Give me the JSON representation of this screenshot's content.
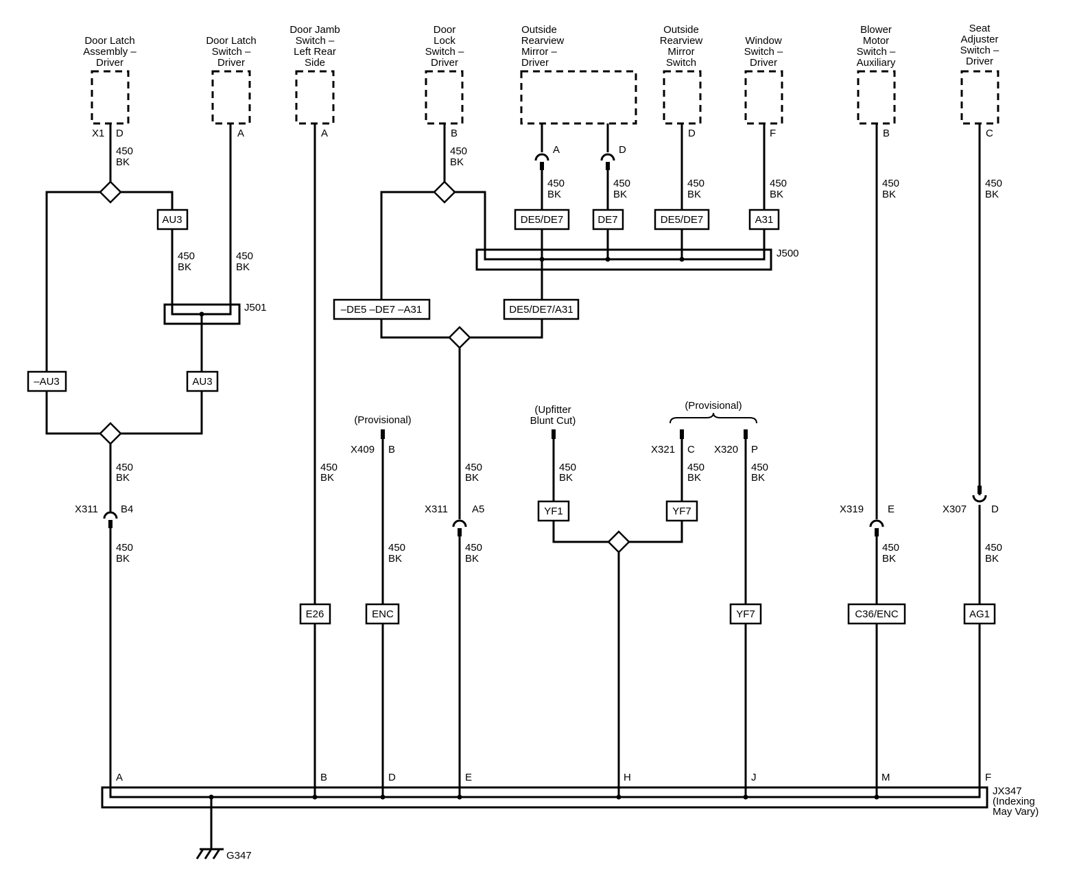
{
  "components": {
    "door_latch_assembly": [
      "Door Latch",
      "Assembly –",
      "Driver"
    ],
    "door_latch_switch": [
      "Door Latch",
      "Switch –",
      "Driver"
    ],
    "door_jamb_switch": [
      "Door Jamb",
      "Switch –",
      "Left Rear",
      "Side"
    ],
    "door_lock_switch": [
      "Door",
      "Lock",
      "Switch –",
      "Driver"
    ],
    "outside_mirror": [
      "Outside",
      "Rearview",
      "Mirror –",
      "Driver"
    ],
    "outside_mirror_switch": [
      "Outside",
      "Rearview",
      "Mirror",
      "Switch"
    ],
    "window_switch": [
      "Window",
      "Switch –",
      "Driver"
    ],
    "blower_motor_switch": [
      "Blower",
      "Motor",
      "Switch –",
      "Auxiliary"
    ],
    "seat_adjuster_switch": [
      "Seat",
      "Adjuster",
      "Switch –",
      "Driver"
    ]
  },
  "pins": {
    "latch_connector": "X1",
    "latch_pin": "D",
    "latch_switch_pin": "A",
    "jamb_pin": "A",
    "lock_pin": "B",
    "mirror_pin_a": "A",
    "mirror_pin_d": "D",
    "mirror_switch_pin": "D",
    "window_pin": "F",
    "blower_pin": "B",
    "seat_pin": "C"
  },
  "wire": {
    "circuit": "450",
    "color": "BK"
  },
  "splice_packs": {
    "j501": "J501",
    "j500": "J500",
    "jx347": [
      "JX347",
      "(Indexing",
      "May Vary)"
    ]
  },
  "options": {
    "au3": "AU3",
    "not_au3": "–AU3",
    "de5_de7": "DE5/DE7",
    "de7": "DE7",
    "a31": "A31",
    "not_de5_de7_a31": "–DE5 –DE7 –A31",
    "de5_de7_a31": "DE5/DE7/A31",
    "e26": "E26",
    "enc": "ENC",
    "yf1": "YF1",
    "yf7": "YF7",
    "c36_enc": "C36/ENC",
    "ag1": "AG1"
  },
  "inline_connectors": {
    "x311": "X311",
    "b4": "B4",
    "a5": "A5",
    "x409": "X409",
    "x409_pin": "B",
    "x321": "X321",
    "x321_pin": "C",
    "x320": "X320",
    "x320_pin": "P",
    "x319": "X319",
    "x319_pin": "E",
    "x307": "X307",
    "x307_pin": "D"
  },
  "notes": {
    "provisional": "(Provisional)",
    "upfitter": [
      "(Upfitter",
      "Blunt Cut)"
    ]
  },
  "jx347_pins": {
    "a": "A",
    "b": "B",
    "d": "D",
    "e": "E",
    "h": "H",
    "j": "J",
    "m": "M",
    "f": "F"
  },
  "ground": "G347"
}
